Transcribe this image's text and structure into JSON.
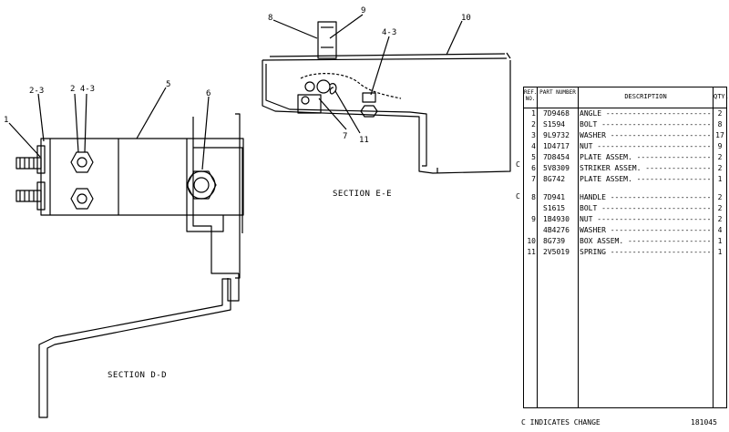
{
  "callouts": {
    "sec_d": {
      "c1": "1",
      "c2_3": "2-3",
      "c2_4_3": "2  4-3",
      "c5": "5",
      "c6": "6"
    },
    "sec_e": {
      "c8": "8",
      "c9": "9",
      "c10": "10",
      "c4_3": "4-3",
      "c7": "7",
      "c11": "11"
    }
  },
  "sections": {
    "d": "SECTION D-D",
    "e": "SECTION E-E"
  },
  "table": {
    "headers": {
      "ref": "REF. NO.",
      "part": "PART NUMBER",
      "desc": "DESCRIPTION",
      "qty": "QTY."
    },
    "change_marks": [
      "C",
      "C"
    ],
    "rows": [
      {
        "ref": "1",
        "part": "7D9468",
        "desc": "ANGLE",
        "qty": "2"
      },
      {
        "ref": "2",
        "part": "S1594",
        "desc": "BOLT",
        "qty": "8"
      },
      {
        "ref": "3",
        "part": "9L9732",
        "desc": "WASHER",
        "qty": "17"
      },
      {
        "ref": "4",
        "part": "1D4717",
        "desc": "NUT",
        "qty": "9"
      },
      {
        "ref": "5",
        "part": "7D8454",
        "desc": "PLATE ASSEM.",
        "qty": "2"
      },
      {
        "ref": "6",
        "part": "5V8309",
        "desc": "STRIKER ASSEM.",
        "qty": "2"
      },
      {
        "ref": "7",
        "part": "8G742",
        "desc": "PLATE ASSEM.",
        "qty": "1"
      },
      {
        "ref": "8",
        "part": "7D941",
        "desc": "HANDLE",
        "qty": "2"
      },
      {
        "ref": "",
        "part": "S1615",
        "desc": "BOLT",
        "qty": "2"
      },
      {
        "ref": "9",
        "part": "1B4930",
        "desc": "NUT",
        "qty": "2"
      },
      {
        "ref": "",
        "part": "4B4276",
        "desc": "WASHER",
        "qty": "4"
      },
      {
        "ref": "10",
        "part": "8G739",
        "desc": "BOX ASSEM.",
        "qty": "1"
      },
      {
        "ref": "11",
        "part": "2V5019",
        "desc": "SPRING",
        "qty": "1"
      }
    ]
  },
  "footer": {
    "note": "C INDICATES CHANGE",
    "drawing_number": "181045"
  }
}
